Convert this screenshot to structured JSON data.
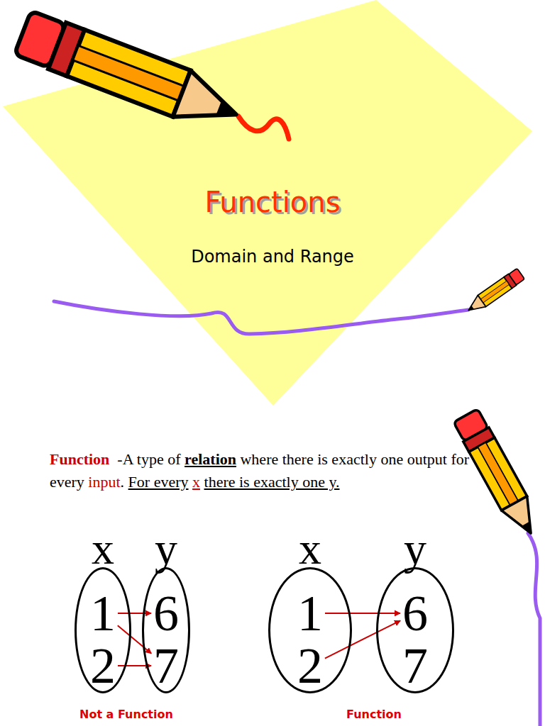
{
  "diagram": {
    "title": "Functions",
    "nodes": [
      {
        "text": [
          "x"
        ]
      },
      {
        "text": [
          "1"
        ],
        "in": 0
      },
      {
        "text": [
          "2"
        ],
        "in": 0
      },
      {
        "text": [
          "y"
        ]
      },
      {
        "text": [
          "6"
        ],
        "in": 3
      },
      {
        "text": [
          "7"
        ],
        "in": 3
      },
      {
        "text": [
          "x"
        ]
      },
      {
        "text": [
          "1"
        ],
        "in": 6
      },
      {
        "text": [
          "2"
        ],
        "in": 6
      },
      {
        "text": [
          "y"
        ]
      },
      {
        "text": [
          "6"
        ],
        "in": 9
      },
      {
        "text": [
          "7"
        ],
        "in": 9
      }
    ],
    "edges": [
      {
        "from": 1,
        "to": 4,
        "arrow": "to"
      },
      {
        "from": 1,
        "to": 5,
        "arrow": "to"
      },
      {
        "from": 2,
        "to": 5,
        "arrow": "to"
      },
      {
        "from": 7,
        "to": 10,
        "arrow": "to"
      },
      {
        "from": 8,
        "to": 10,
        "arrow": "to"
      }
    ],
    "labels": [
      "Domain and Range",
      "Function",
      "-A type of",
      "relation",
      "where there is exactly one output for every",
      "input",
      ".",
      "For every",
      "x",
      "there is exactly one y.",
      "Not a Function",
      "Function"
    ]
  }
}
